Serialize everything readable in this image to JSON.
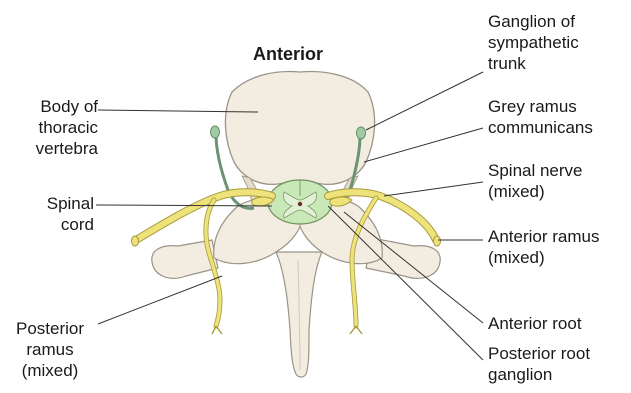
{
  "diagram": {
    "orientation_label": "Anterior",
    "left_labels": {
      "body_of_thoracic_vertebra": "Body of\nthoracic\nvertebra",
      "spinal_cord": "Spinal\ncord",
      "posterior_ramus": "Posterior\nramus\n(mixed)"
    },
    "right_labels": {
      "ganglion_of_sympathetic_trunk": "Ganglion of\nsympathetic\ntrunk",
      "grey_ramus_communicans": "Grey ramus\ncommunicans",
      "spinal_nerve": "Spinal nerve\n(mixed)",
      "anterior_ramus": "Anterior ramus\n(mixed)",
      "anterior_root": "Anterior root",
      "posterior_root_ganglion": "Posterior root\nganglion"
    },
    "colors": {
      "bone": "#f3ece0",
      "bone_outline": "#9a9488",
      "nerve": "#eee27a",
      "nerve_outline": "#a89a3c",
      "cord_grey": "#c9e8b8",
      "sympathetic": "#7fae86",
      "leader_line": "#333333"
    }
  }
}
